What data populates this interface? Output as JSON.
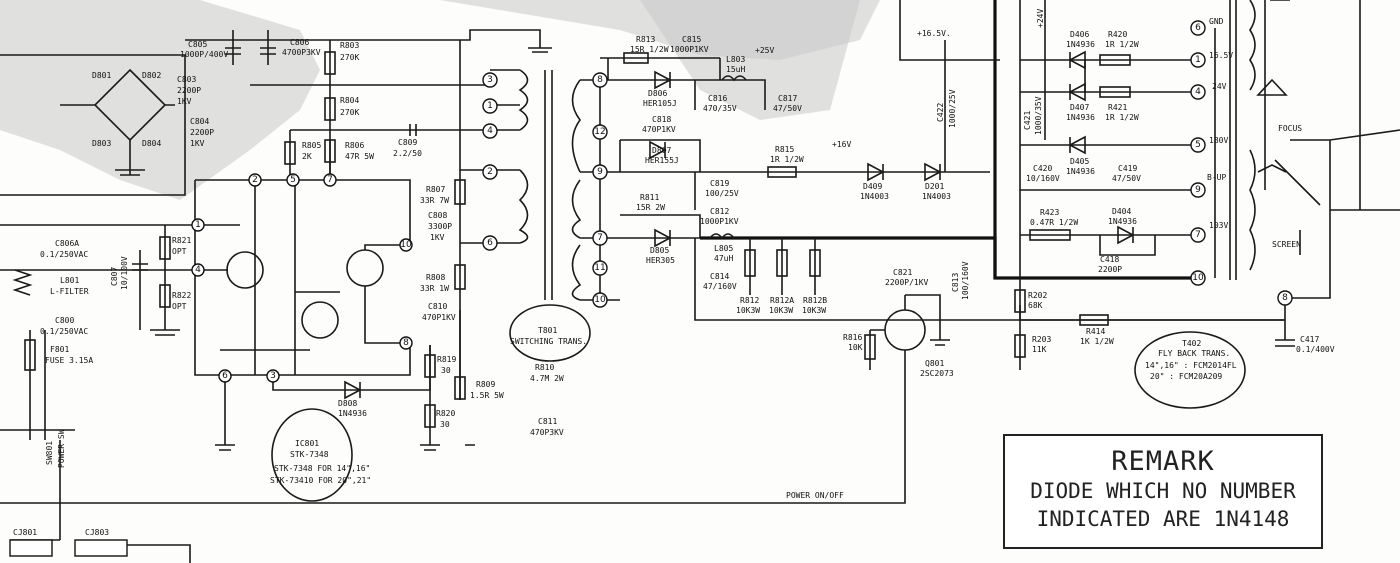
{
  "labels": [
    {
      "id": "C805",
      "text": "C805"
    },
    {
      "id": "C805v",
      "text": "1000P/400V"
    },
    {
      "id": "C806",
      "text": "C806"
    },
    {
      "id": "C806v",
      "text": "4700P3KV"
    },
    {
      "id": "R803",
      "text": "R803"
    },
    {
      "id": "R803v",
      "text": "270K"
    },
    {
      "id": "R804",
      "text": "R804"
    },
    {
      "id": "R804v",
      "text": "270K"
    },
    {
      "id": "R805",
      "text": "R805"
    },
    {
      "id": "R805v",
      "text": "2K"
    },
    {
      "id": "R806",
      "text": "R806"
    },
    {
      "id": "R806v",
      "text": "47R 5W"
    },
    {
      "id": "C809",
      "text": "C809"
    },
    {
      "id": "C809v",
      "text": "2.2/50"
    },
    {
      "id": "D801",
      "text": "D801"
    },
    {
      "id": "D802",
      "text": "D802"
    },
    {
      "id": "D803",
      "text": "D803"
    },
    {
      "id": "D804",
      "text": "D804"
    },
    {
      "id": "C803",
      "text": "C803"
    },
    {
      "id": "C803v",
      "text": "2200P"
    },
    {
      "id": "C803k",
      "text": "1KV"
    },
    {
      "id": "C804",
      "text": "C804"
    },
    {
      "id": "C804v",
      "text": "2200P"
    },
    {
      "id": "C804k",
      "text": "1KV"
    },
    {
      "id": "C806a",
      "text": "C806A"
    },
    {
      "id": "C806av",
      "text": "0.1/250VAC"
    },
    {
      "id": "L801",
      "text": "L801"
    },
    {
      "id": "L801v",
      "text": "L-FILTER"
    },
    {
      "id": "C800",
      "text": "C800"
    },
    {
      "id": "C800v",
      "text": "0.1/250VAC"
    },
    {
      "id": "F801",
      "text": "F801"
    },
    {
      "id": "F801v",
      "text": "FUSE 3.15A"
    },
    {
      "id": "SW801",
      "text": "SW801"
    },
    {
      "id": "SW801v",
      "text": "POWER SW"
    },
    {
      "id": "C807",
      "text": "C807"
    },
    {
      "id": "C807v",
      "text": "10/100V"
    },
    {
      "id": "R821",
      "text": "R821"
    },
    {
      "id": "R821v",
      "text": "OPT"
    },
    {
      "id": "R822",
      "text": "R822"
    },
    {
      "id": "R822v",
      "text": "OPT"
    },
    {
      "id": "R807",
      "text": "R807"
    },
    {
      "id": "R807v",
      "text": "33R 7W"
    },
    {
      "id": "C808",
      "text": "C808"
    },
    {
      "id": "C808v",
      "text": "3300P"
    },
    {
      "id": "C808k",
      "text": "1KV"
    },
    {
      "id": "R808",
      "text": "R808"
    },
    {
      "id": "R808v",
      "text": "33R 1W"
    },
    {
      "id": "C810",
      "text": "C810"
    },
    {
      "id": "C810v",
      "text": "470P1KV"
    },
    {
      "id": "R819",
      "text": "R819"
    },
    {
      "id": "R819v",
      "text": "30"
    },
    {
      "id": "R809",
      "text": "R809"
    },
    {
      "id": "R809v",
      "text": "1.5R 5W"
    },
    {
      "id": "R820",
      "text": "R820"
    },
    {
      "id": "R820v",
      "text": "30"
    },
    {
      "id": "D808",
      "text": "D808"
    },
    {
      "id": "D808v",
      "text": "1N4936"
    },
    {
      "id": "IC801",
      "text": "IC801"
    },
    {
      "id": "IC801v",
      "text": "STK-7348"
    },
    {
      "id": "IC801a",
      "text": "STK-7348 FOR 14\",16\""
    },
    {
      "id": "IC801b",
      "text": "STK-73410 FOR 20\",21\""
    },
    {
      "id": "T801",
      "text": "T801"
    },
    {
      "id": "T801v",
      "text": "SWITCHING TRANS."
    },
    {
      "id": "R810",
      "text": "R810"
    },
    {
      "id": "R810v",
      "text": "4.7M 2W"
    },
    {
      "id": "C811",
      "text": "C811"
    },
    {
      "id": "C811v",
      "text": "470P3KV"
    },
    {
      "id": "R813",
      "text": "R813"
    },
    {
      "id": "R813v",
      "text": "15R 1/2W"
    },
    {
      "id": "C815",
      "text": "C815"
    },
    {
      "id": "C815v",
      "text": "1000P1KV"
    },
    {
      "id": "L803",
      "text": "L803"
    },
    {
      "id": "L803v",
      "text": "15uH"
    },
    {
      "id": "p25",
      "text": "+25V"
    },
    {
      "id": "D806",
      "text": "D806"
    },
    {
      "id": "D806v",
      "text": "HER105J"
    },
    {
      "id": "C816",
      "text": "C816"
    },
    {
      "id": "C816v",
      "text": "470/35V"
    },
    {
      "id": "C817",
      "text": "C817"
    },
    {
      "id": "C817v",
      "text": "47/50V"
    },
    {
      "id": "C818",
      "text": "C818"
    },
    {
      "id": "C818v",
      "text": "470P1KV"
    },
    {
      "id": "D807",
      "text": "D807"
    },
    {
      "id": "D807v",
      "text": "HER155J"
    },
    {
      "id": "R815",
      "text": "R815"
    },
    {
      "id": "R815v",
      "text": "1R 1/2W"
    },
    {
      "id": "p16",
      "text": "+16V"
    },
    {
      "id": "D409",
      "text": "D409"
    },
    {
      "id": "D409v",
      "text": "1N4003"
    },
    {
      "id": "D201",
      "text": "D201"
    },
    {
      "id": "D201v",
      "text": "1N4003"
    },
    {
      "id": "C819",
      "text": "C819"
    },
    {
      "id": "C819v",
      "text": "100/25V"
    },
    {
      "id": "R811",
      "text": "R811"
    },
    {
      "id": "R811v",
      "text": "15R 2W"
    },
    {
      "id": "C812",
      "text": "C812"
    },
    {
      "id": "C812v",
      "text": "1000P1KV"
    },
    {
      "id": "D805",
      "text": "D805"
    },
    {
      "id": "D805v",
      "text": "HER305"
    },
    {
      "id": "L805",
      "text": "L805"
    },
    {
      "id": "L805v",
      "text": "47uH"
    },
    {
      "id": "C814",
      "text": "C814"
    },
    {
      "id": "C814v",
      "text": "47/160V"
    },
    {
      "id": "R812",
      "text": "R812"
    },
    {
      "id": "R812v",
      "text": "10K3W"
    },
    {
      "id": "R812a",
      "text": "R812A"
    },
    {
      "id": "R812av",
      "text": "10K3W"
    },
    {
      "id": "R812b",
      "text": "R812B"
    },
    {
      "id": "R812bv",
      "text": "10K3W"
    },
    {
      "id": "C821",
      "text": "C821"
    },
    {
      "id": "C821v",
      "text": "2200P/1KV"
    },
    {
      "id": "C813",
      "text": "C813"
    },
    {
      "id": "C813v",
      "text": "100/160V"
    },
    {
      "id": "R816",
      "text": "R816"
    },
    {
      "id": "R816v",
      "text": "10K"
    },
    {
      "id": "Q801",
      "text": "Q801"
    },
    {
      "id": "Q801v",
      "text": "2SC2073"
    },
    {
      "id": "p165",
      "text": "+16.5V."
    },
    {
      "id": "C422",
      "text": "C422"
    },
    {
      "id": "C422v",
      "text": "1000/25V"
    },
    {
      "id": "p24",
      "text": "+24V"
    },
    {
      "id": "D406",
      "text": "D406"
    },
    {
      "id": "D406v",
      "text": "1N4936"
    },
    {
      "id": "R420",
      "text": "R420"
    },
    {
      "id": "R420v",
      "text": "1R 1/2W"
    },
    {
      "id": "D407",
      "text": "D407"
    },
    {
      "id": "D407v",
      "text": "1N4936"
    },
    {
      "id": "R421",
      "text": "R421"
    },
    {
      "id": "R421v",
      "text": "1R 1/2W"
    },
    {
      "id": "C421",
      "text": "C421"
    },
    {
      "id": "C421v",
      "text": "1000/35V"
    },
    {
      "id": "D405",
      "text": "D405"
    },
    {
      "id": "D405v",
      "text": "1N4936"
    },
    {
      "id": "C420",
      "text": "C420"
    },
    {
      "id": "C420v",
      "text": "10/160V"
    },
    {
      "id": "C419",
      "text": "C419"
    },
    {
      "id": "C419v",
      "text": "47/50V"
    },
    {
      "id": "R423",
      "text": "R423"
    },
    {
      "id": "R423v",
      "text": "0.47R 1/2W"
    },
    {
      "id": "D404",
      "text": "D404"
    },
    {
      "id": "D404v",
      "text": "1N4936"
    },
    {
      "id": "C418",
      "text": "C418"
    },
    {
      "id": "C418v",
      "text": "2200P"
    },
    {
      "id": "R202",
      "text": "R202"
    },
    {
      "id": "R202v",
      "text": "68K"
    },
    {
      "id": "R203",
      "text": "R203"
    },
    {
      "id": "R203v",
      "text": "11K"
    },
    {
      "id": "R414",
      "text": "R414"
    },
    {
      "id": "R414v",
      "text": "1K 1/2W"
    },
    {
      "id": "T402",
      "text": "T402"
    },
    {
      "id": "T402v",
      "text": "FLY BACK TRANS."
    },
    {
      "id": "T402a",
      "text": "14\",16\" : FCM2014FL"
    },
    {
      "id": "T402b",
      "text": "20\" : FCM20A209"
    },
    {
      "id": "C417",
      "text": "C417"
    },
    {
      "id": "C417v",
      "text": "0.1/400V"
    },
    {
      "id": "gnd",
      "text": "GND"
    },
    {
      "id": "v165",
      "text": "16.5V"
    },
    {
      "id": "v24",
      "text": "24V"
    },
    {
      "id": "v180",
      "text": "180V"
    },
    {
      "id": "bup",
      "text": "B-UP"
    },
    {
      "id": "v103",
      "text": "103V"
    },
    {
      "id": "focus",
      "text": "FOCUS"
    },
    {
      "id": "screen",
      "text": "SCREEN"
    },
    {
      "id": "pon",
      "text": "POWER ON/OFF"
    },
    {
      "id": "cj801",
      "text": "CJ801"
    },
    {
      "id": "cj803",
      "text": "CJ803"
    }
  ],
  "pins": [
    "1",
    "2",
    "3",
    "4",
    "5",
    "6",
    "7",
    "8",
    "9",
    "10",
    "11",
    "12"
  ],
  "remark": {
    "title": "REMARK",
    "line1": "DIODE WHICH NO NUMBER",
    "line2": "INDICATED ARE 1N4148"
  }
}
